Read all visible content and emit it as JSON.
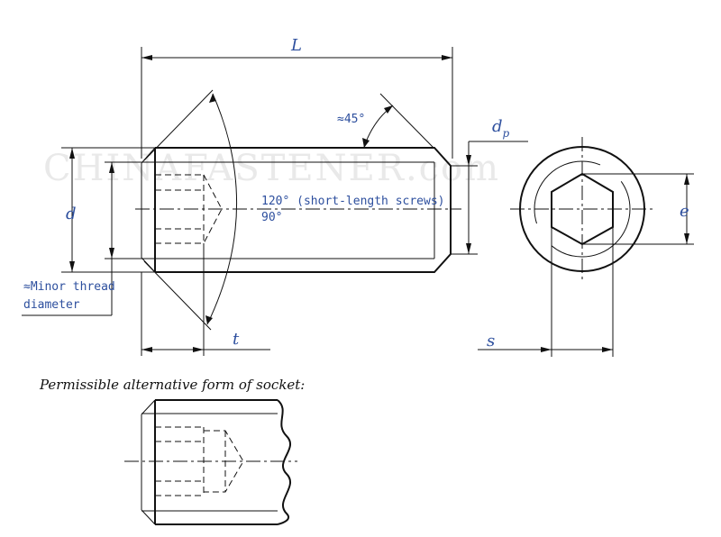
{
  "watermark": "CHINAFASTENER.com",
  "labels": {
    "length": "L",
    "diameter": "d",
    "point_diameter_main": "d",
    "point_diameter_sub": "p",
    "socket_depth": "t",
    "across_flats": "s",
    "across_corners": "e",
    "chamfer_angle": "≈45°",
    "cone_angle_short": "120° (short-length screws)",
    "cone_angle_long": "90°",
    "minor_thread_line1": "≈Minor thread",
    "minor_thread_line2": "diameter"
  },
  "caption": "Permissible alternative form of socket:",
  "colors": {
    "line": "#111111",
    "label": "#2d4f9e"
  }
}
